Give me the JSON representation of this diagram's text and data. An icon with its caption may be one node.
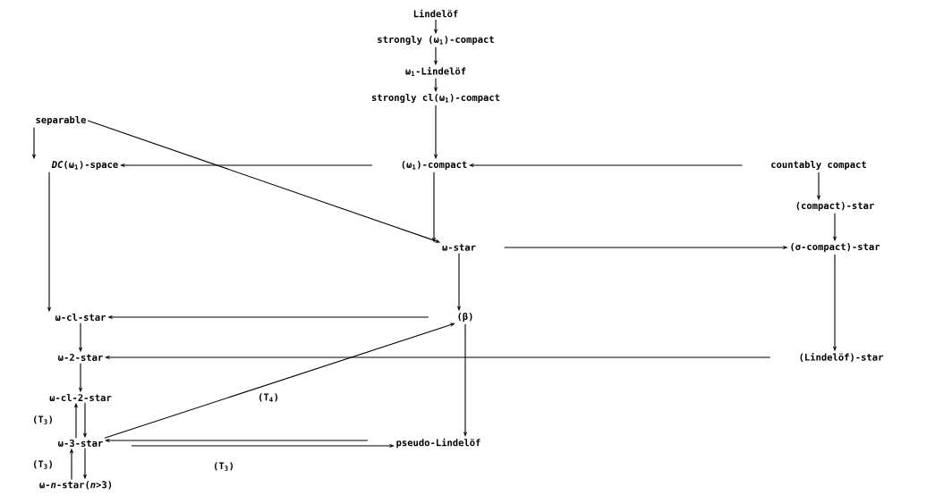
{
  "diagram": {
    "nodes": [
      {
        "text": [
          "Lindelöf"
        ]
      },
      {
        "text": [
          "strongly (ω$_{1}$)-compact"
        ]
      },
      {
        "text": [
          "ω$_{1}$-Lindelöf"
        ]
      },
      {
        "text": [
          "strongly cl(ω$_{1}$)-compact"
        ]
      },
      {
        "text": [
          "separable"
        ]
      },
      {
        "text": [
          "*DC*(ω$_{1}$)-space"
        ]
      },
      {
        "text": [
          "(ω$_{1}$)-compact"
        ]
      },
      {
        "text": [
          "countably compact"
        ]
      },
      {
        "text": [
          "(compact)-star"
        ]
      },
      {
        "text": [
          "ω-star"
        ]
      },
      {
        "text": [
          "(σ-compact)-star"
        ]
      },
      {
        "text": [
          "ω-cl-star"
        ]
      },
      {
        "text": [
          "(β)"
        ]
      },
      {
        "text": [
          "ω-2-star"
        ]
      },
      {
        "text": [
          "(Lindelöf)-star"
        ]
      },
      {
        "text": [
          "ω-cl-2-star"
        ]
      },
      {
        "text": [
          "ω-3-star"
        ]
      },
      {
        "text": [
          "pseudo-Lindelöf"
        ]
      },
      {
        "text": [
          "ω-*n*-star(*n*>3)"
        ]
      }
    ],
    "edges": [
      {
        "from": 0,
        "to": 1,
        "arrow": "to"
      },
      {
        "from": 1,
        "to": 2,
        "arrow": "to"
      },
      {
        "from": 2,
        "to": 3,
        "arrow": "to"
      },
      {
        "from": 3,
        "to": 6,
        "arrow": "to"
      },
      {
        "from": 4,
        "to": 5,
        "arrow": "to"
      },
      {
        "from": 4,
        "to": 9,
        "arrow": "to"
      },
      {
        "from": 6,
        "to": 5,
        "arrow": "to"
      },
      {
        "from": 7,
        "to": 6,
        "arrow": "to"
      },
      {
        "from": 7,
        "to": 8,
        "arrow": "to"
      },
      {
        "from": 6,
        "to": 9,
        "arrow": "to"
      },
      {
        "from": 8,
        "to": 10,
        "arrow": "to"
      },
      {
        "from": 9,
        "to": 10,
        "arrow": "to"
      },
      {
        "from": 5,
        "to": 11,
        "arrow": "to"
      },
      {
        "from": 9,
        "to": 12,
        "arrow": "to"
      },
      {
        "from": 12,
        "to": 11,
        "arrow": "to"
      },
      {
        "from": 10,
        "to": 14,
        "arrow": "to"
      },
      {
        "from": 14,
        "to": 13,
        "arrow": "to"
      },
      {
        "from": 11,
        "to": 13,
        "arrow": "to"
      },
      {
        "from": 16,
        "to": 12,
        "arrow": "to",
        "label": "(T$_{4}$)"
      },
      {
        "from": 12,
        "to": 17,
        "arrow": "to"
      },
      {
        "from": 13,
        "to": 15,
        "arrow": "to"
      },
      {
        "from": 16,
        "to": 15,
        "arrow": "to",
        "label": "(T$_{3}$)"
      },
      {
        "from": 15,
        "to": 16,
        "arrow": "to"
      },
      {
        "from": 17,
        "to": 16,
        "arrow": "to"
      },
      {
        "from": 16,
        "to": 17,
        "arrow": "to",
        "label": "(T$_{3}$)"
      },
      {
        "from": 18,
        "to": 16,
        "arrow": "to",
        "label": "(T$_{3}$)"
      },
      {
        "from": 16,
        "to": 18,
        "arrow": "to"
      }
    ]
  }
}
